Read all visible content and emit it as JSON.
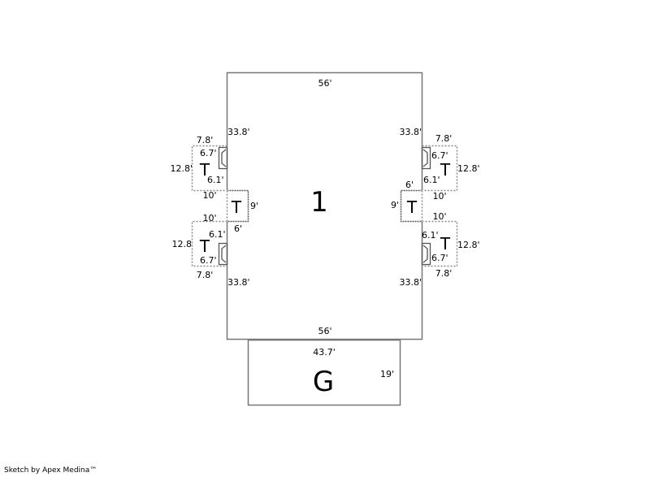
{
  "sketch": {
    "credit": "Sketch by Apex Medina™",
    "colors": {
      "line": "#777777",
      "dashed": "#888888",
      "text": "#000000",
      "background": "#ffffff"
    },
    "main_area": {
      "label": "1",
      "top": "56'",
      "bottom": "56'",
      "left_upper": "33.8'",
      "left_lower": "33.8'",
      "right_upper": "33.8'",
      "right_lower": "33.8'"
    },
    "garage": {
      "label": "G",
      "width": "43.7'",
      "depth": "19'"
    },
    "terraces": {
      "left_upper": {
        "label": "T",
        "top": "7.8'",
        "side": "12.8'",
        "inner_top": "6.7'",
        "inner_bottom": "6.1'",
        "bottom": "10'"
      },
      "left_mid": {
        "label": "T",
        "side": "9'",
        "bottom": "6'"
      },
      "left_lower": {
        "label": "T",
        "top": "10'",
        "side": "12.8",
        "inner_top": "6.1'",
        "inner_bottom": "6.7'",
        "bottom": "7.8'"
      },
      "right_upper": {
        "label": "T",
        "top": "7.8'",
        "side": "12.8'",
        "inner_top": "6.7'",
        "inner_bottom": "6.1'",
        "bottom": "10'"
      },
      "right_mid": {
        "label": "T",
        "side": "9'",
        "top": "6'"
      },
      "right_lower": {
        "label": "T",
        "top": "10'",
        "side": "12.8'",
        "inner_top": "6.1'",
        "inner_bottom": "6.7'",
        "bottom": "7.8'"
      }
    }
  }
}
